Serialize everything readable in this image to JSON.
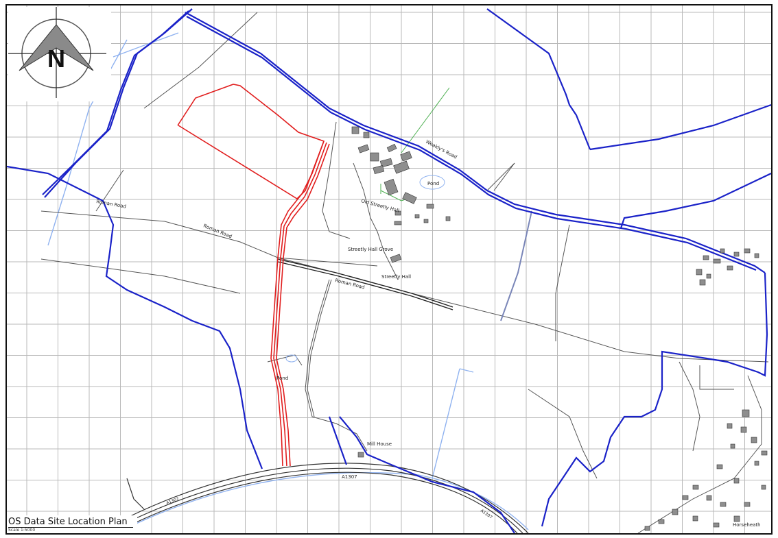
{
  "map": {
    "title": "OS Data Site Location Plan",
    "scale": "Scale 1:5000",
    "compass_letter": "N",
    "colors": {
      "boundary": "#1a22c8",
      "site": "#e11d1d",
      "grid": "#b8b8b8",
      "water": "#8fb2f0",
      "road": "#333333",
      "building": "#8e8e8e",
      "green": "#4caf50"
    },
    "labels": {
      "weakly_road": "Weakly's Road",
      "roman_road_1": "Roman Road",
      "roman_road_2": "Roman Road",
      "roman_road_3": "Roman Road",
      "pond_1": "Pond",
      "pond_2": "Pond",
      "old_streetly_hall": "Old Streetly Hall",
      "streetly_hall_grove": "Streetly Hall Grove",
      "streetly_hall": "Streetly Hall",
      "mill_house": "Mill House",
      "a1307_1": "A1307",
      "a1307_2": "A1307",
      "a1307_3": "A1307",
      "horseheath": "Horseheath"
    }
  }
}
